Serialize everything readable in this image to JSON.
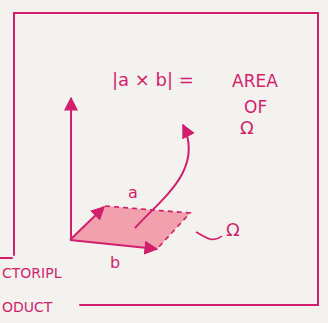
{
  "diagram": {
    "labels": [
      "|a × b| =",
      "AREA",
      "OF",
      "Ω",
      "a",
      "b",
      "Ω",
      "CTORIPL",
      "ODUCT"
    ]
  }
}
